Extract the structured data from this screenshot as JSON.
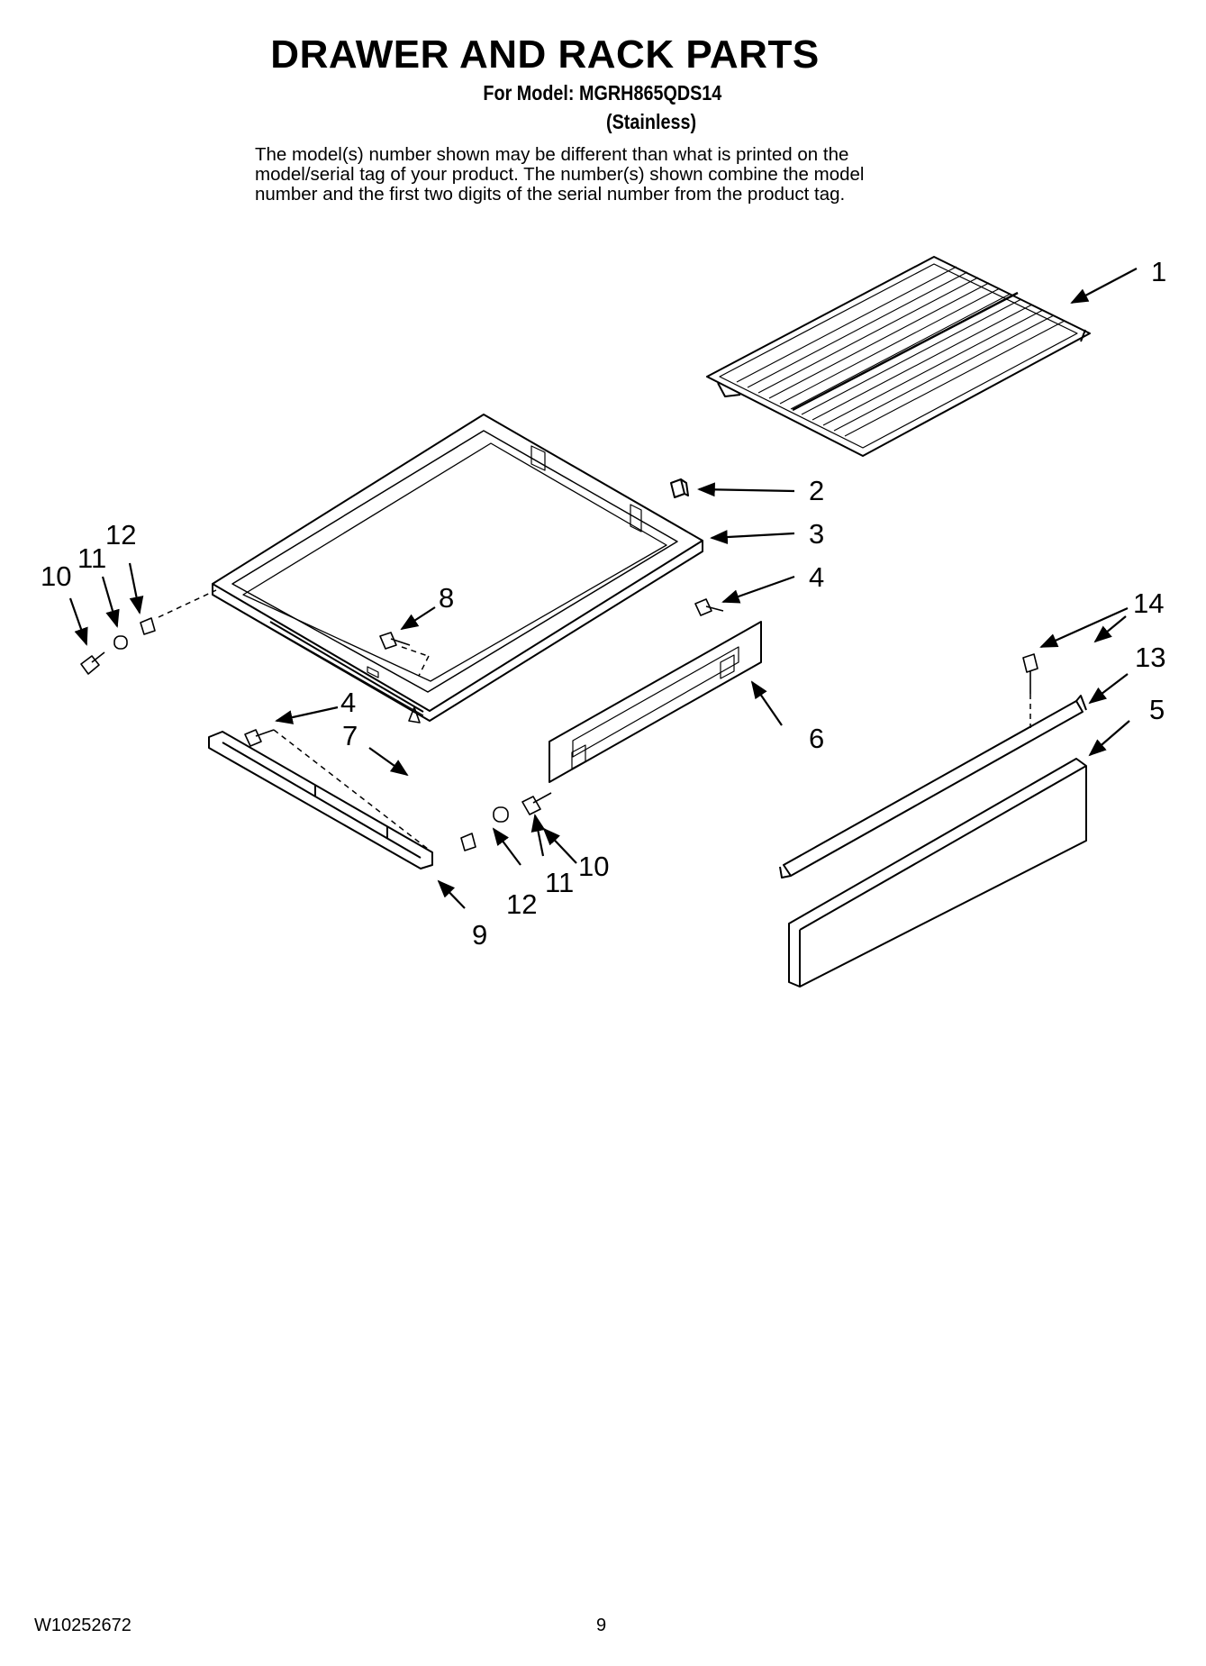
{
  "header": {
    "title": "DRAWER AND RACK PARTS",
    "model_line": "For Model: MGRH865QDS14",
    "variant": "(Stainless)",
    "note_lines": [
      "The model(s) number shown may be different than what is printed on the",
      "model/serial tag of your product. The number(s) shown combine the model",
      "number and the first two digits of the serial number from the product tag."
    ]
  },
  "diagram": {
    "callouts": {
      "c1": "1",
      "c2": "2",
      "c3": "3",
      "c4a": "4",
      "c4b": "4",
      "c5": "5",
      "c6": "6",
      "c7": "7",
      "c8": "8",
      "c9": "9",
      "c10a": "10",
      "c11a": "11",
      "c12a": "12",
      "c10b": "10",
      "c11b": "11",
      "c12b": "12",
      "c13": "13",
      "c14": "14"
    }
  },
  "footer": {
    "doc_number": "W10252672",
    "page": "9"
  },
  "colors": {
    "ink": "#000000",
    "paper": "#ffffff"
  }
}
